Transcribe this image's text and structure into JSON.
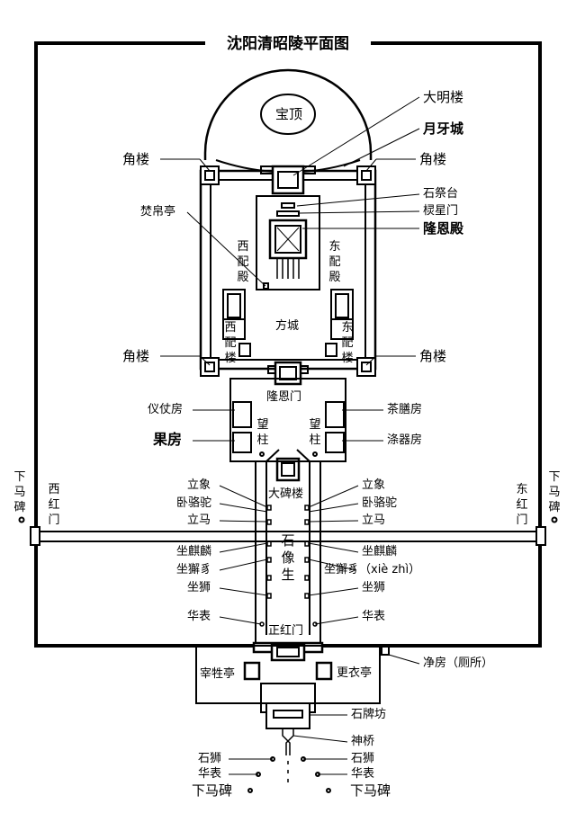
{
  "title": "沈阳清昭陵平面图",
  "labels": {
    "baoding": "宝顶",
    "daminglou": "大明楼",
    "yueyacheng": "月牙城",
    "jiaolou": "角楼",
    "shijitai": "石祭台",
    "lingxingmen": "棂星门",
    "longendian": "隆恩殿",
    "fenboting": "焚帛亭",
    "xipeidian": "西配殿",
    "dongpeidian": "东配殿",
    "xipeilou": "西配楼",
    "dongpeilou": "东配楼",
    "fangcheng": "方城",
    "longenmen": "隆恩门",
    "yizhangfang": "仪仗房",
    "chashanfang": "茶膳房",
    "guofang": "果房",
    "diqifang": "涤器房",
    "wangzhu": "望柱",
    "dabeilou": "大碑楼",
    "lixiang": "立象",
    "woluotuo": "卧骆驼",
    "lima": "立马",
    "zuoqilin": "坐麒麟",
    "zuoxiezhi": "坐獬豸",
    "zuoxiezhi_pinyin": "坐獬豸（xiè zhì）",
    "zuoshi": "坐狮",
    "huabiao": "华表",
    "shixiangsheng": "石像生",
    "zhenghongmen": "正红门",
    "xiamabei": "下马碑",
    "xihongmen": "西红门",
    "donghongmen": "东红门",
    "zaishengting": "宰牲亭",
    "gengyiting": "更衣亭",
    "jingfang": "净房（厕所）",
    "shipaifang": "石牌坊",
    "shenqiao": "神桥",
    "shishi": "石狮"
  }
}
